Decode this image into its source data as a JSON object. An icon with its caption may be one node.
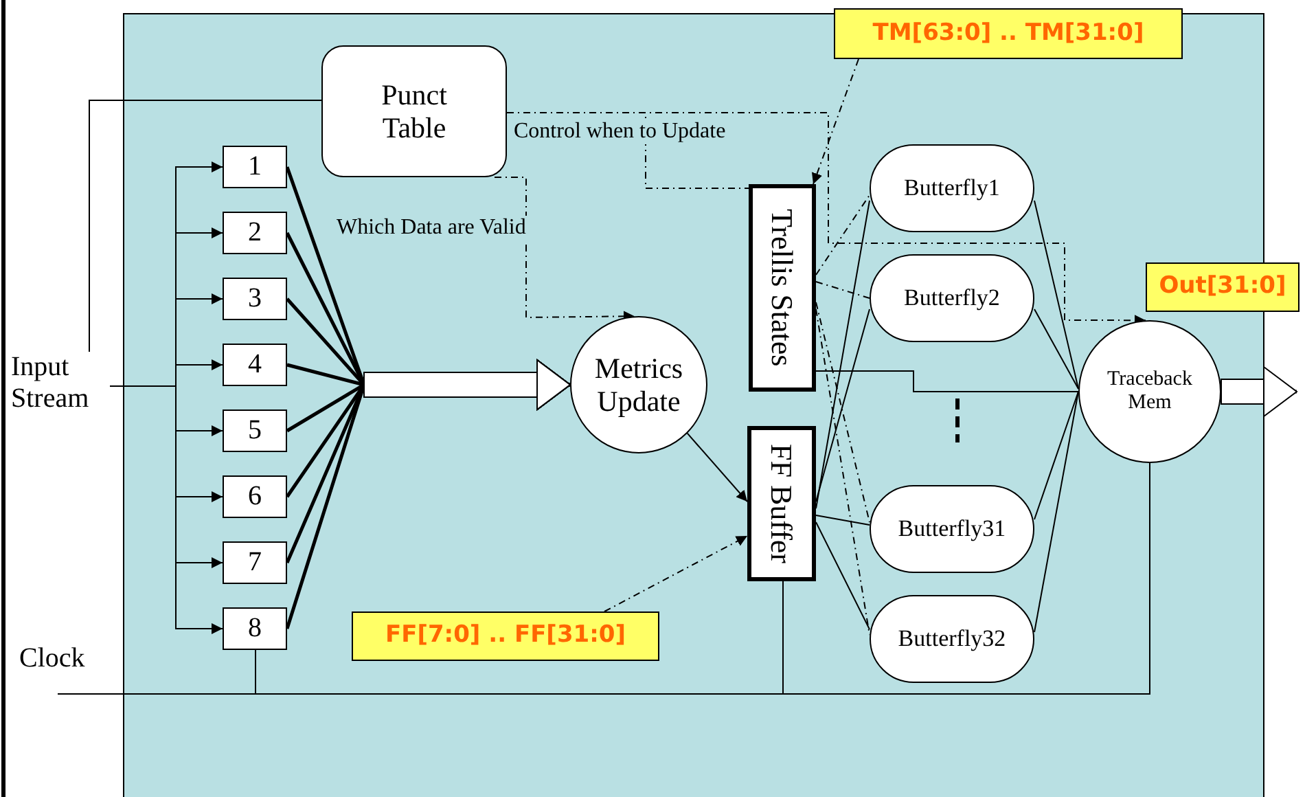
{
  "diagram": {
    "nodes": [
      {
        "text": [
          "TM[63:0] .. TM[31:0]"
        ]
      },
      {
        "text": [
          "Punct Table"
        ]
      },
      {
        "text": [
          "1"
        ]
      },
      {
        "text": [
          "2"
        ]
      },
      {
        "text": [
          "3"
        ]
      },
      {
        "text": [
          "4"
        ]
      },
      {
        "text": [
          "5"
        ]
      },
      {
        "text": [
          "6"
        ]
      },
      {
        "text": [
          "7"
        ]
      },
      {
        "text": [
          "8"
        ]
      },
      {
        "text": [
          "Trellis States"
        ]
      },
      {
        "text": [
          "Butterfly1"
        ]
      },
      {
        "text": [
          "Butterfly2"
        ]
      },
      {
        "text": [
          "Out[31:0]"
        ]
      },
      {
        "text": [
          "Input Stream"
        ]
      },
      {
        "text": [
          "Metrics Update"
        ]
      },
      {
        "text": [
          "Traceback Mem"
        ]
      },
      {
        "text": [
          "FF Buffer"
        ]
      },
      {
        "text": [
          "Butterfly31"
        ]
      },
      {
        "text": [
          "Butterfly32"
        ]
      },
      {
        "text": [
          "FF[7:0] .. FF[31:0]"
        ]
      },
      {
        "text": [
          "Clock"
        ]
      }
    ],
    "edges": [
      {
        "from": 14,
        "to": 2,
        "arrow": "to"
      },
      {
        "from": 14,
        "to": 3,
        "arrow": "to"
      },
      {
        "from": 14,
        "to": 4,
        "arrow": "to"
      },
      {
        "from": 14,
        "to": 5,
        "arrow": "to"
      },
      {
        "from": 14,
        "to": 6,
        "arrow": "to"
      },
      {
        "from": 14,
        "to": 7,
        "arrow": "to"
      },
      {
        "from": 14,
        "to": 8,
        "arrow": "to"
      },
      {
        "from": 14,
        "to": 9,
        "arrow": "to"
      },
      {
        "from": 14,
        "to": 1,
        "arrow": "none"
      },
      {
        "from": 2,
        "to": 15,
        "arrow": "to",
        "style": "thick"
      },
      {
        "from": 3,
        "to": 15,
        "arrow": "to",
        "style": "thick"
      },
      {
        "from": 4,
        "to": 15,
        "arrow": "to",
        "style": "thick"
      },
      {
        "from": 5,
        "to": 15,
        "arrow": "to",
        "style": "thick"
      },
      {
        "from": 6,
        "to": 15,
        "arrow": "to",
        "style": "thick"
      },
      {
        "from": 7,
        "to": 15,
        "arrow": "to",
        "style": "thick"
      },
      {
        "from": 8,
        "to": 15,
        "arrow": "to",
        "style": "thick"
      },
      {
        "from": 9,
        "to": 15,
        "arrow": "to",
        "style": "thick"
      },
      {
        "from": 15,
        "to": 17,
        "arrow": "to"
      },
      {
        "from": 1,
        "to": 15,
        "arrow": "to",
        "style": "dashed",
        "label": "Which Data are Valid"
      },
      {
        "from": 1,
        "to": 10,
        "arrow": "none",
        "style": "dashed",
        "label": "Control when to Update"
      },
      {
        "from": 1,
        "to": 16,
        "arrow": "to",
        "style": "dashed"
      },
      {
        "from": 0,
        "to": 10,
        "arrow": "to",
        "style": "dashed"
      },
      {
        "from": 20,
        "to": 17,
        "arrow": "to",
        "style": "dashed"
      },
      {
        "from": 10,
        "to": 11,
        "arrow": "none",
        "style": "dashed"
      },
      {
        "from": 10,
        "to": 12,
        "arrow": "none",
        "style": "dashed"
      },
      {
        "from": 10,
        "to": 18,
        "arrow": "none",
        "style": "dashed"
      },
      {
        "from": 10,
        "to": 19,
        "arrow": "none",
        "style": "dashed"
      },
      {
        "from": 17,
        "to": 11,
        "arrow": "none"
      },
      {
        "from": 17,
        "to": 12,
        "arrow": "none"
      },
      {
        "from": 17,
        "to": 18,
        "arrow": "none"
      },
      {
        "from": 17,
        "to": 19,
        "arrow": "none"
      },
      {
        "from": 10,
        "to": 16,
        "arrow": "none"
      },
      {
        "from": 11,
        "to": 16,
        "arrow": "none"
      },
      {
        "from": 12,
        "to": 16,
        "arrow": "none"
      },
      {
        "from": 18,
        "to": 16,
        "arrow": "none"
      },
      {
        "from": 19,
        "to": 16,
        "arrow": "none"
      },
      {
        "from": 16,
        "to": null,
        "arrow": "to",
        "style": "thick"
      },
      {
        "from": 21,
        "to": 9,
        "arrow": "none"
      },
      {
        "from": 21,
        "to": 17,
        "arrow": "none"
      },
      {
        "from": 21,
        "to": 16,
        "arrow": "none"
      }
    ]
  }
}
